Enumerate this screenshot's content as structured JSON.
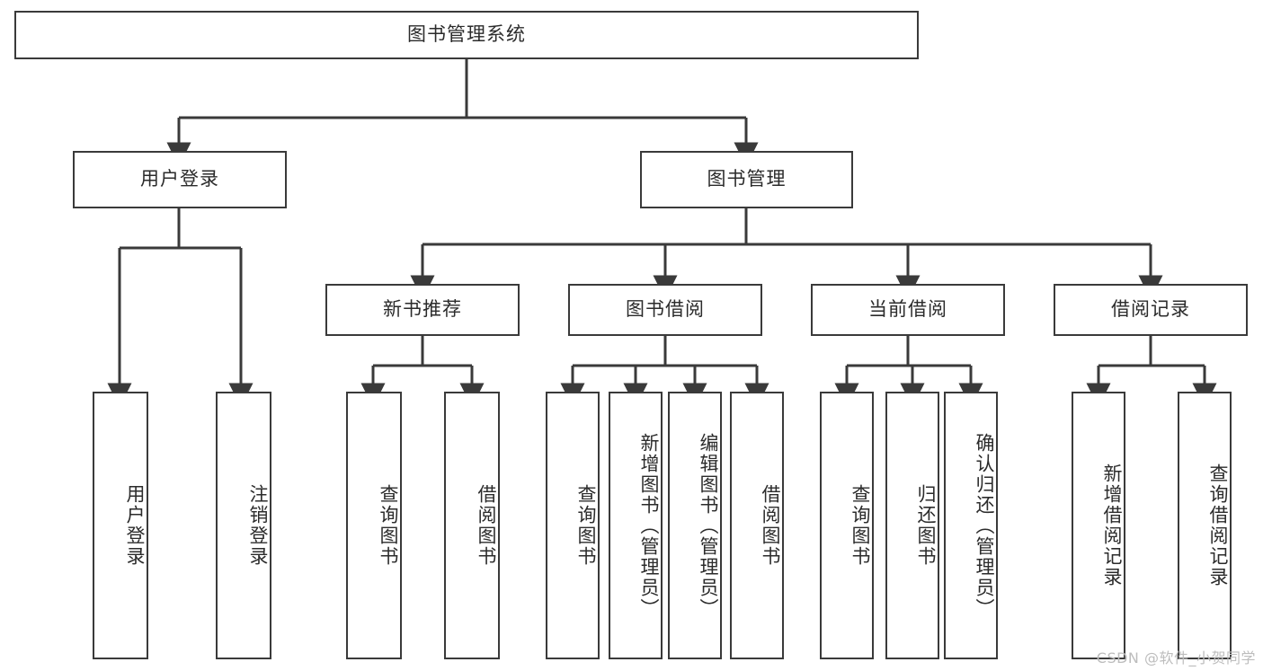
{
  "diagram": {
    "title": "图书管理系统",
    "type": "hierarchy-tree",
    "root": {
      "label": "图书管理系统"
    },
    "level2": [
      {
        "label": "用户登录"
      },
      {
        "label": "图书管理"
      }
    ],
    "level3": [
      {
        "label": "新书推荐"
      },
      {
        "label": "图书借阅"
      },
      {
        "label": "当前借阅"
      },
      {
        "label": "借阅记录"
      }
    ],
    "leaves": {
      "user_login": [
        {
          "label": "用户登录"
        },
        {
          "label": "注销登录"
        }
      ],
      "new_book_recommend": [
        {
          "label": "查询图书"
        },
        {
          "label": "借阅图书"
        }
      ],
      "book_borrow": [
        {
          "label": "查询图书"
        },
        {
          "label": "新增图书（管理员）"
        },
        {
          "label": "编辑图书（管理员）"
        },
        {
          "label": "借阅图书"
        }
      ],
      "current_borrow": [
        {
          "label": "查询图书"
        },
        {
          "label": "归还图书"
        },
        {
          "label": "确认归还（管理员）"
        }
      ],
      "borrow_record": [
        {
          "label": "新增借阅记录"
        },
        {
          "label": "查询借阅记录"
        }
      ]
    }
  },
  "watermark": {
    "text": "CSDN @软件_小贺同学"
  },
  "colors": {
    "stroke": "#3a3a3a",
    "box_fill": "#ffffff",
    "text": "#2b2b2b",
    "watermark": "#bdbdbd"
  }
}
